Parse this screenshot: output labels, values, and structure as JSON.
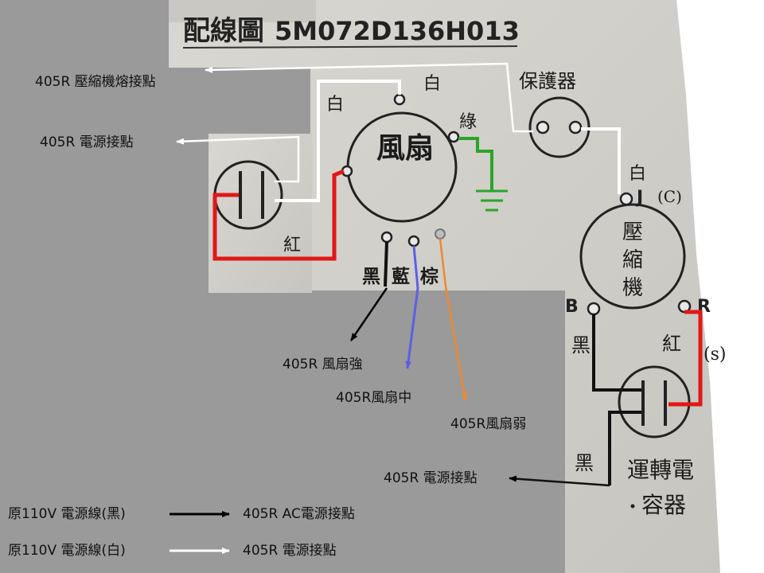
{
  "header": {
    "title": "配線圖",
    "model": "5M072D136H013"
  },
  "components": {
    "fan": "風扇",
    "protector": "保護器",
    "compressor": "壓縮機",
    "capacitor_line1": "運轉電",
    "capacitor_line2": "容器",
    "terminal_j": "J",
    "terminal_c": "(C)",
    "terminal_b": "B",
    "terminal_r": "R",
    "terminal_s": "(s)"
  },
  "wire_colors": {
    "white_1": "白",
    "white_2": "白",
    "white_3": "白",
    "green": "綠",
    "red_1": "紅",
    "red_2": "紅",
    "black_1": "黑",
    "black_2": "黑",
    "black_3": "黑",
    "blue": "藍",
    "brown": "棕"
  },
  "annotations": {
    "compressor_fuse": "405R 壓縮機熔接點",
    "power_point_top": "405R 電源接點",
    "fan_high": "405R 風扇強",
    "fan_mid": "405R風扇中",
    "fan_low": "405R風扇弱",
    "power_point_bottom": "405R 電源接點"
  },
  "legend": [
    {
      "from": "原110V 電源線(黑)",
      "to": "405R AC電源接點",
      "arrow_color": "#000000"
    },
    {
      "from": "原110V 電源線(白)",
      "to": "405R 電源接點",
      "arrow_color": "#ffffff"
    }
  ],
  "colors": {
    "background": "#9a9a9a",
    "photo": "#d5d3cd",
    "green_wire": "#2aa52a",
    "red_wire": "#e01818",
    "blue_wire": "#5e5ee8",
    "orange_wire": "#ee8833",
    "white_wire": "#ffffff"
  }
}
